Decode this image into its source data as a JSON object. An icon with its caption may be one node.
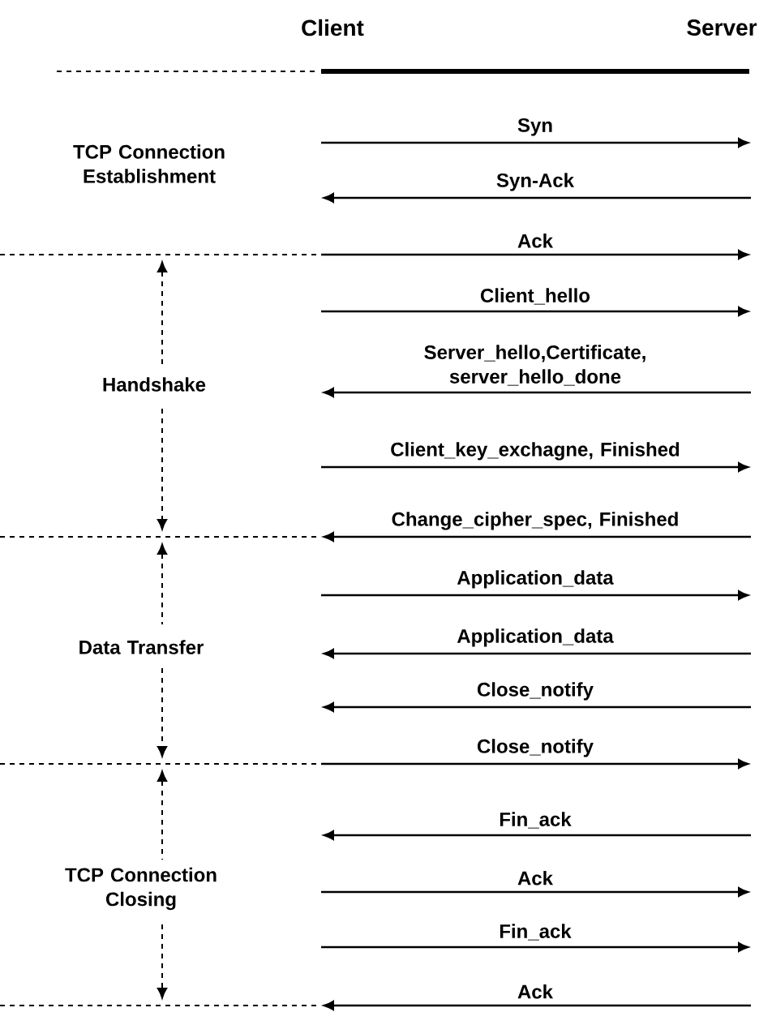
{
  "diagram": {
    "labels": [
      "Client",
      "Server",
      "Syn",
      "TCP Connection Establishment",
      "Syn-Ack",
      "Ack",
      "Client_hello",
      "Server_hello,Certificate, server_hello_done",
      "Handshake",
      "Client_key_exchagne, Finished",
      "Change_cipher_spec, Finished",
      "Application_data",
      "Application_data",
      "Data Transfer",
      "Close_notify",
      "Close_notify",
      "Fin_ack",
      "Ack",
      "TCP Connection Closing",
      "Fin_ack",
      "Ack"
    ]
  }
}
